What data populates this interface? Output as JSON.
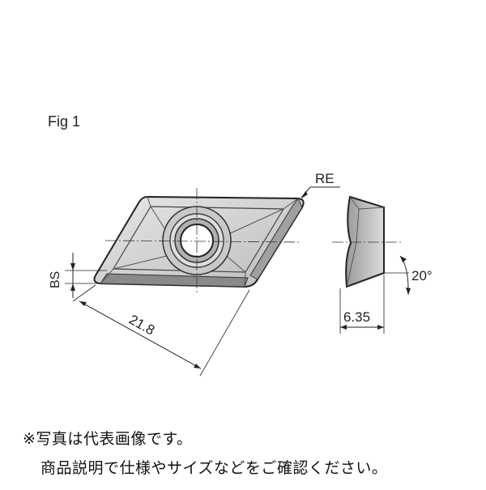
{
  "figure": {
    "label": "Fig 1",
    "dimensions": {
      "corner_radius": "RE",
      "bevel_length": "BS",
      "edge_length": "21.8",
      "thickness": "6.35",
      "clearance_angle": "20°"
    }
  },
  "notes": {
    "line1": "※写真は代表画像です。",
    "line2": "商品説明で仕様やサイズなどをご確認ください。"
  },
  "colors": {
    "insert_fill": "#cfcfcf",
    "insert_dark": "#8a8a8a",
    "line": "#222222"
  }
}
